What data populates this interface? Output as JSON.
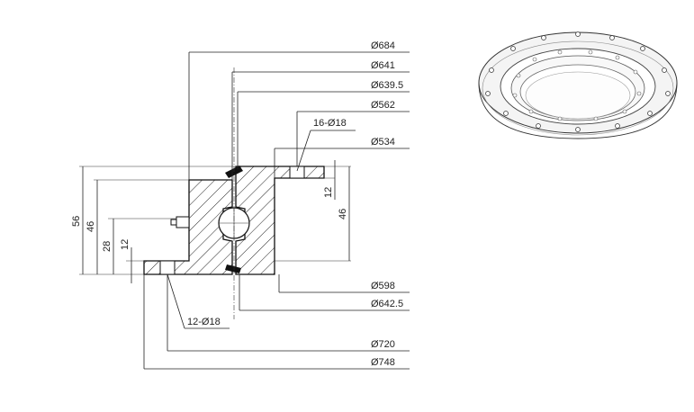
{
  "diameters": {
    "d684": "Ø684",
    "d641": "Ø641",
    "d639_5": "Ø639.5",
    "d562": "Ø562",
    "holes_top": "16-Ø18",
    "d534": "Ø534",
    "d598": "Ø598",
    "d642_5": "Ø642.5",
    "holes_bottom": "12-Ø18",
    "d720": "Ø720",
    "d748": "Ø748"
  },
  "heights": {
    "h56": "56",
    "h46_left": "46",
    "h28": "28",
    "h12_left": "12",
    "h12_right": "12",
    "h46_right": "46"
  }
}
